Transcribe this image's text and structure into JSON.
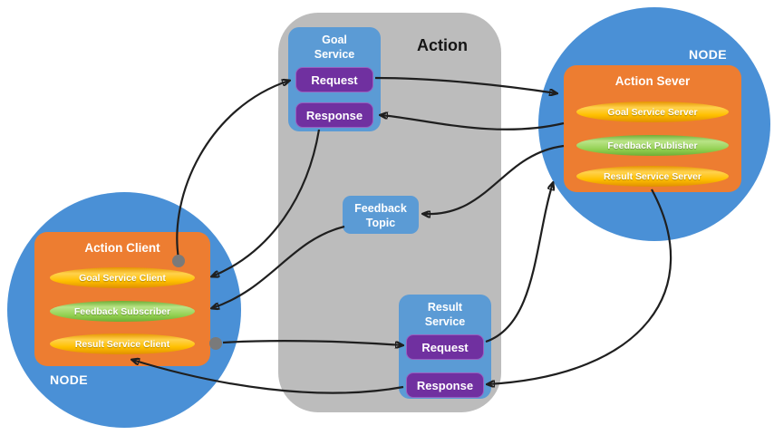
{
  "diagram": {
    "action": {
      "title": "Action",
      "goal_service": {
        "title": "Goal Service",
        "request": "Request",
        "response": "Response"
      },
      "feedback_topic": {
        "title": "Feedback Topic"
      },
      "result_service": {
        "title": "Result Service",
        "request": "Request",
        "response": "Response"
      }
    },
    "server_node": {
      "label": "NODE",
      "box_title": "Action Sever",
      "items": [
        {
          "label": "Goal Service Server",
          "color": "yellow"
        },
        {
          "label": "Feedback Publisher",
          "color": "green"
        },
        {
          "label": "Result Service Server",
          "color": "yellow"
        }
      ]
    },
    "client_node": {
      "label": "NODE",
      "box_title": "Action Client",
      "items": [
        {
          "label": "Goal Service Client",
          "color": "yellow"
        },
        {
          "label": "Feedback Subscriber",
          "color": "green"
        },
        {
          "label": "Result Service Client",
          "color": "yellow"
        }
      ]
    },
    "colors": {
      "container_gray": "#bcbcbc",
      "service_blue": "#5b9bd5",
      "button_purple": "#7030a0",
      "node_blue": "#4a90d6",
      "box_orange": "#ed7d31",
      "pill_yellow": "#ffc000",
      "pill_green": "#92d050",
      "arrow_black": "#1f1f1f",
      "dot_gray": "#7a7a7a"
    }
  }
}
